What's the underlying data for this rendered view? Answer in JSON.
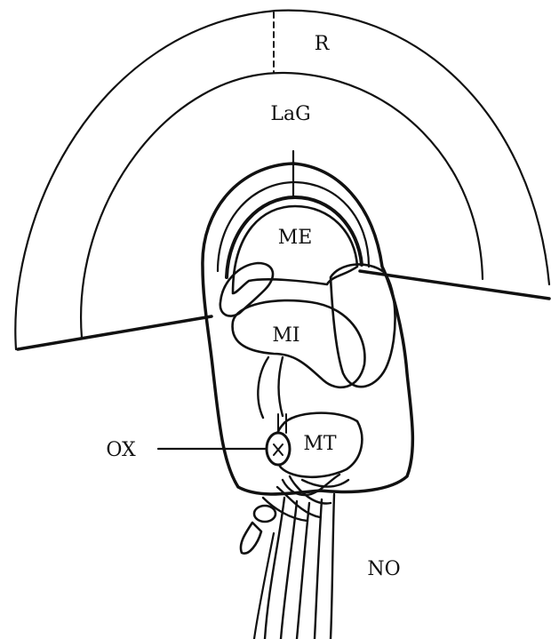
{
  "labels": {
    "r": "R",
    "lag": "LaG",
    "me": "ME",
    "mi": "MI",
    "mt": "MT",
    "ox": "OX",
    "no": "NO"
  },
  "colors": {
    "ink": "#111111",
    "background": "#ffffff",
    "stipple": "#9a9a9a"
  }
}
